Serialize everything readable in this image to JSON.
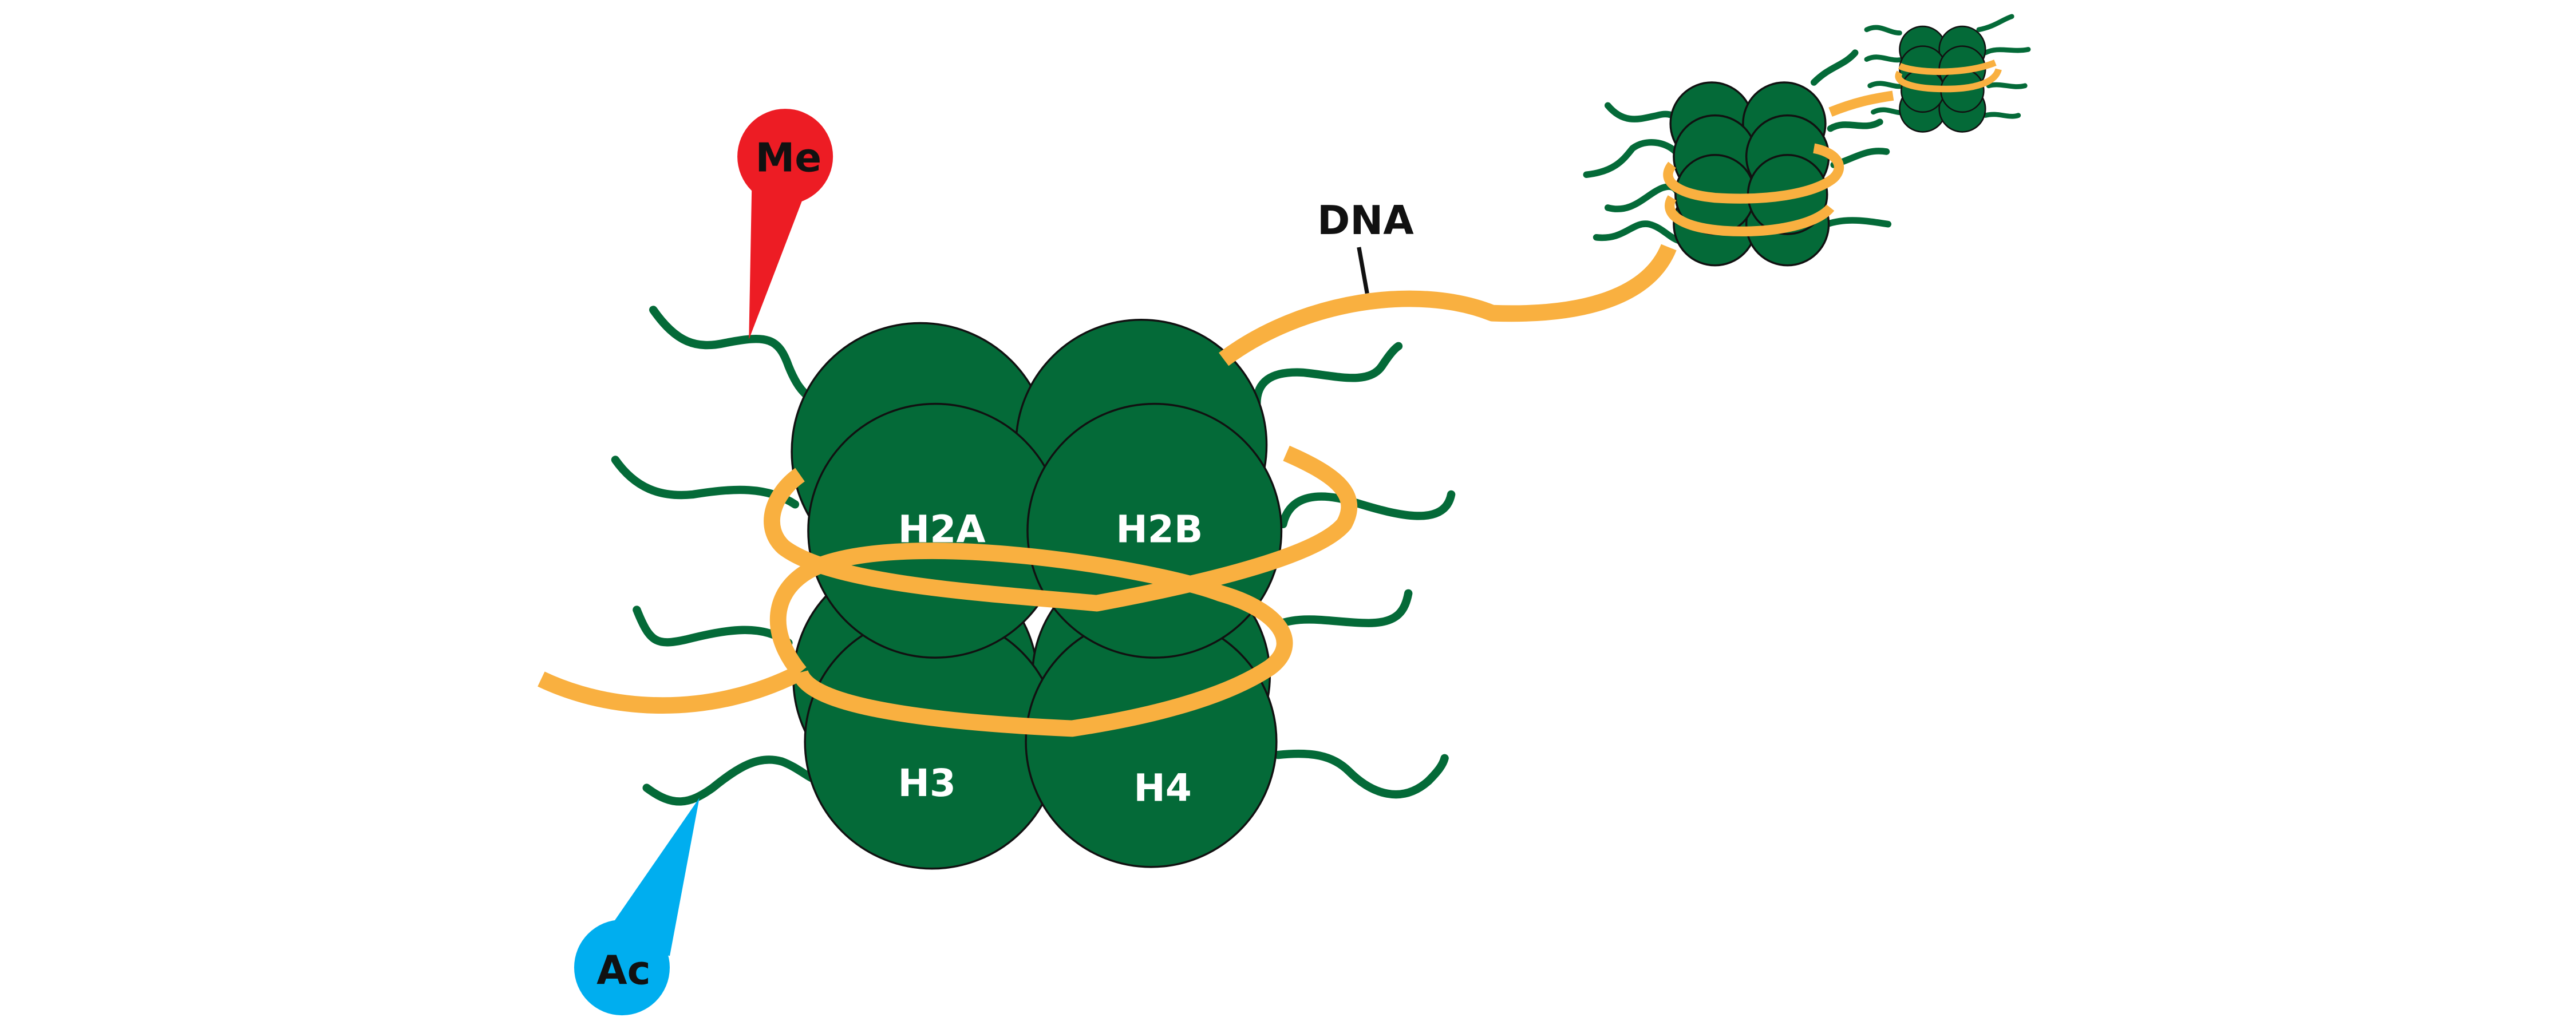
{
  "labels": {
    "h2a": "H2A",
    "h2b": "H2B",
    "h3": "H3",
    "h4": "H4",
    "dna": "DNA",
    "methyl": "Me",
    "acetyl": "Ac"
  },
  "colors": {
    "histone": "#046A38",
    "dna": "#F9B040",
    "methyl": "#ED1C24",
    "acetyl": "#00AEEF",
    "outline": "#111111",
    "histone_text": "#ffffff",
    "label_text": "#111111"
  }
}
